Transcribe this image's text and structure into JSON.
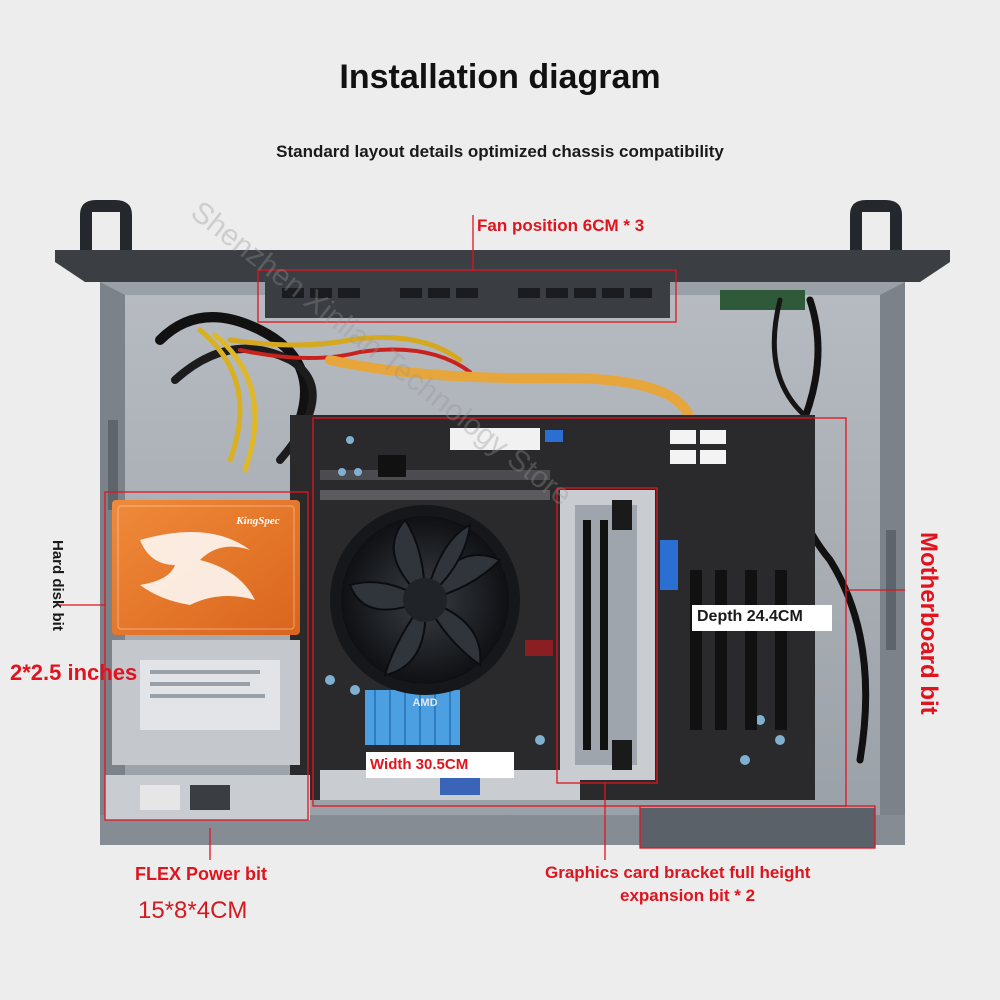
{
  "title": "Installation diagram",
  "subtitle": "Standard layout details optimized chassis compatibility",
  "watermark": "Shenzhen Xinlian Technology Store",
  "labels": {
    "fan": "Fan position 6CM * 3",
    "hard_disk": "Hard disk bit",
    "hard_disk_size": "2*2.5 inches",
    "motherboard": "Motherboard bit",
    "depth": "Depth 24.4CM",
    "width": "Width 30.5CM",
    "flex_power": "FLEX Power bit",
    "flex_power_size": "15*8*4CM",
    "graphics_line1": "Graphics card bracket full height",
    "graphics_line2": "expansion bit * 2"
  },
  "ssd": {
    "brand": "KingSpec"
  },
  "cooler": {
    "brand": "AMD"
  },
  "colors": {
    "accent": "#e0141e",
    "chassis": "#8e949b",
    "board": "#2a2a2c"
  }
}
